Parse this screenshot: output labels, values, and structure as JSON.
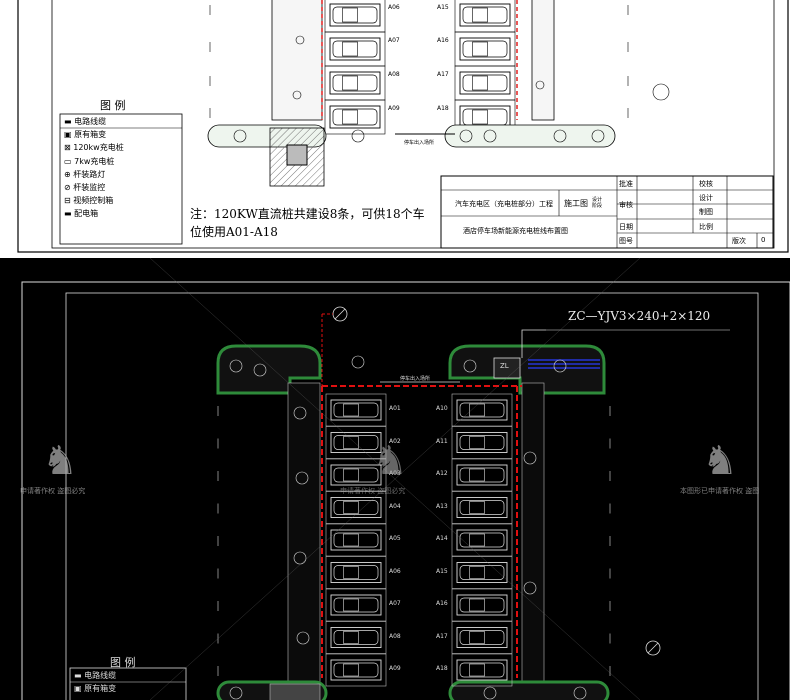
{
  "top_panel": {
    "legend": {
      "title": "图 例",
      "items": [
        {
          "icon": "cable-line-icon",
          "label": "电路线缆"
        },
        {
          "icon": "box-transformer-icon",
          "label": "原有箱变"
        },
        {
          "icon": "dc-charger-icon",
          "label": "120kw充电桩"
        },
        {
          "icon": "ac-charger-icon",
          "label": "7kw充电桩"
        },
        {
          "icon": "pole-light-icon",
          "label": "杆装路灯"
        },
        {
          "icon": "pole-camera-icon",
          "label": "杆装监控"
        },
        {
          "icon": "video-control-box-icon",
          "label": "视频控制箱"
        },
        {
          "icon": "distribution-box-icon",
          "label": "配电箱"
        }
      ]
    },
    "note_line1": "注：120KW直流桩共建设8条，可供18个车",
    "note_line2": "位使用A01-A18",
    "entrance_label": "停车出入场所",
    "bays_left": [
      "A06",
      "A07",
      "A08",
      "A09"
    ],
    "bays_right": [
      "A15",
      "A16",
      "A17",
      "A18"
    ],
    "title_block": {
      "project": "汽车充电区（充电桩部分）工程",
      "stage": "施工图",
      "stage_small": "设计阶段",
      "drawing_name": "酒店停车场新能源充电桩线布置图",
      "approve": "批准",
      "review": "审核",
      "date": "日期",
      "drawing_no": "图号",
      "check": "校核",
      "design": "设计",
      "draft": "制图",
      "scale": "比例",
      "edition": "版次",
      "edition_value": "0"
    }
  },
  "bottom_panel": {
    "cable_spec": "ZC—YJV3×240+2×120",
    "entrance_label": "停车出入场所",
    "bays_left": [
      "A01",
      "A02",
      "A03",
      "A04",
      "A05",
      "A06",
      "A07",
      "A08",
      "A09"
    ],
    "bays_right": [
      "A10",
      "A11",
      "A12",
      "A13",
      "A14",
      "A15",
      "A16",
      "A17",
      "A18"
    ],
    "transformer_label": "ZL",
    "legend": {
      "title": "图 例",
      "items": [
        {
          "icon": "cable-line-icon",
          "label": "电路线缆"
        },
        {
          "icon": "box-transformer-icon",
          "label": "原有箱变"
        }
      ]
    },
    "watermark_left": "申请著作权 盗图必究",
    "watermark_center": "申请著作权 盗图必究",
    "watermark_right": "本图形已申请著作权 盗图"
  },
  "colors": {
    "cad_background": "#000000",
    "paper_background": "#ffffff",
    "cable_red": "#e01010",
    "planting_green": "#2e8b3a",
    "cable_blue": "#2a3cff"
  }
}
